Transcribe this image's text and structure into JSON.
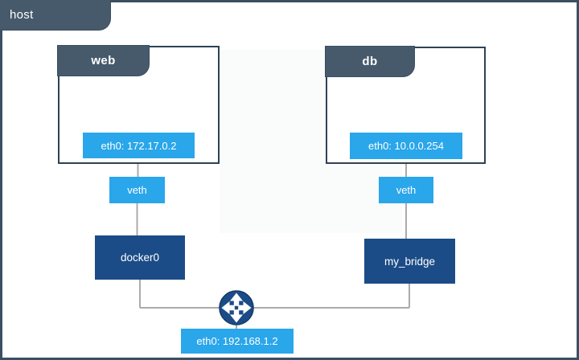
{
  "host": {
    "label": "host",
    "interface_label": "eth0: 192.168.1.2"
  },
  "containers": {
    "web": {
      "title": "web",
      "interface_label": "eth0: 172.17.0.2",
      "veth_label": "veth",
      "bridge_label": "docker0"
    },
    "db": {
      "title": "db",
      "interface_label": "eth0: 10.0.0.254",
      "veth_label": "veth",
      "bridge_label": "my_bridge"
    }
  },
  "icons": {
    "router_icon": "four-direction-arrows"
  },
  "colors": {
    "accent_blue": "#2AA6EA",
    "navy": "#1B4C87",
    "slate_tab": "#465A6C",
    "border_slate": "#3A4F63",
    "wire_gray": "#ABABAB"
  }
}
